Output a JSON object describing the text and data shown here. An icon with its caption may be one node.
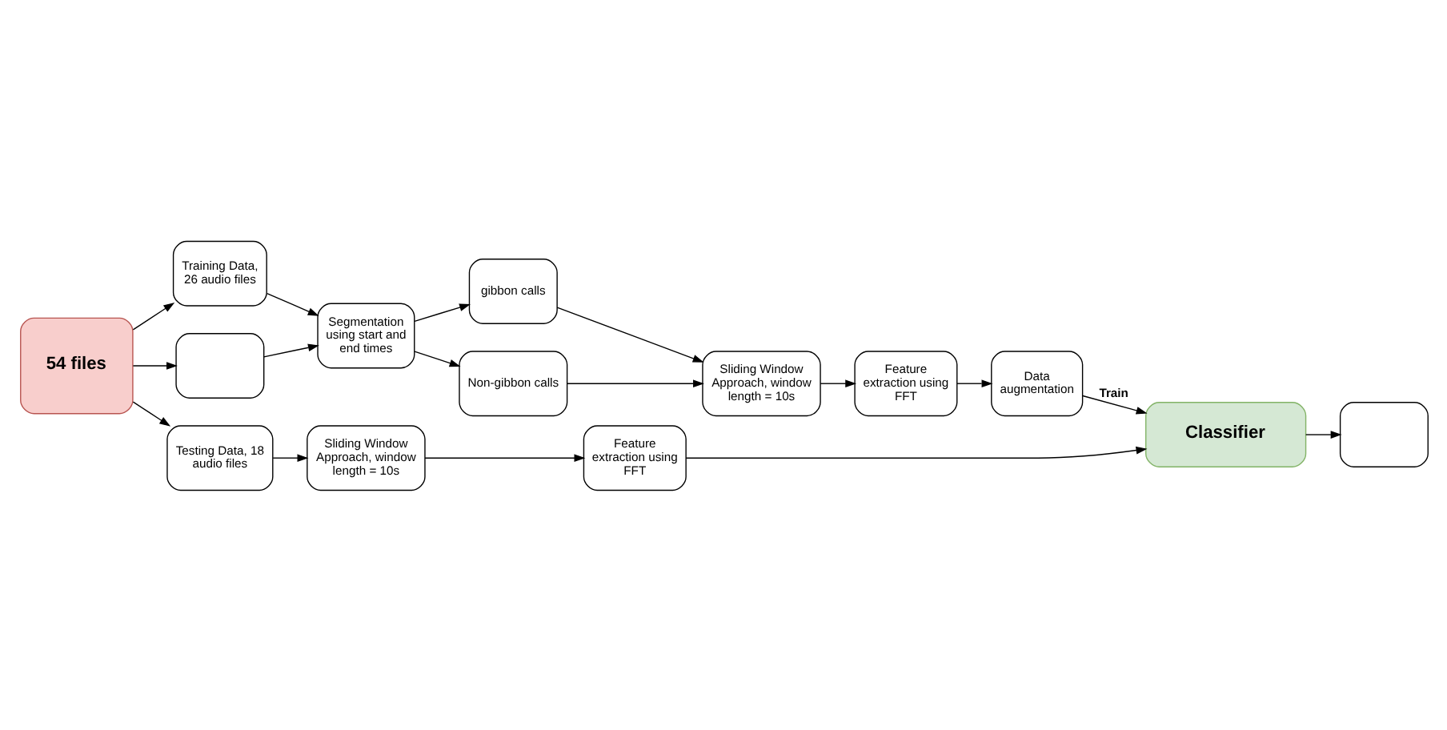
{
  "diagram": {
    "nodes": [
      {
        "text": [
          "54 files"
        ]
      },
      {
        "text": [
          "Training Data, 26 audio files"
        ]
      },
      {
        "text": [],
        "shape": "box"
      },
      {
        "text": [
          "Testing Data, 18 audio files"
        ]
      },
      {
        "text": [
          "Segmentation using start and end times"
        ]
      },
      {
        "text": [
          "gibbon calls"
        ]
      },
      {
        "text": [
          "Non-gibbon calls"
        ]
      },
      {
        "text": [
          "Sliding Window Approach, window length = 10s"
        ]
      },
      {
        "text": [
          "Feature extraction using FFT"
        ]
      },
      {
        "text": [
          "Data augmentation"
        ]
      },
      {
        "text": [
          "Sliding Window Approach, window length = 10s"
        ]
      },
      {
        "text": [
          "Feature extraction using FFT"
        ]
      },
      {
        "text": [
          "Classifier"
        ]
      },
      {
        "text": [],
        "shape": "box"
      }
    ],
    "edges": [
      {
        "from": 0,
        "to": 1,
        "arrow": "to"
      },
      {
        "from": 0,
        "to": 2,
        "arrow": "to"
      },
      {
        "from": 0,
        "to": 3,
        "arrow": "to"
      },
      {
        "from": 1,
        "to": 4,
        "arrow": "to"
      },
      {
        "from": 2,
        "to": 4,
        "arrow": "to"
      },
      {
        "from": 4,
        "to": 5,
        "arrow": "to"
      },
      {
        "from": 4,
        "to": 6,
        "arrow": "to"
      },
      {
        "from": 5,
        "to": 7,
        "arrow": "to"
      },
      {
        "from": 6,
        "to": 7,
        "arrow": "to"
      },
      {
        "from": 7,
        "to": 8,
        "arrow": "to"
      },
      {
        "from": 8,
        "to": 9,
        "arrow": "to"
      },
      {
        "from": 9,
        "to": 12,
        "arrow": "to",
        "label": "Train"
      },
      {
        "from": 3,
        "to": 10,
        "arrow": "to"
      },
      {
        "from": 10,
        "to": 11,
        "arrow": "to"
      },
      {
        "from": 11,
        "to": 12,
        "arrow": "to"
      },
      {
        "from": 12,
        "to": 13,
        "arrow": "to"
      }
    ]
  }
}
